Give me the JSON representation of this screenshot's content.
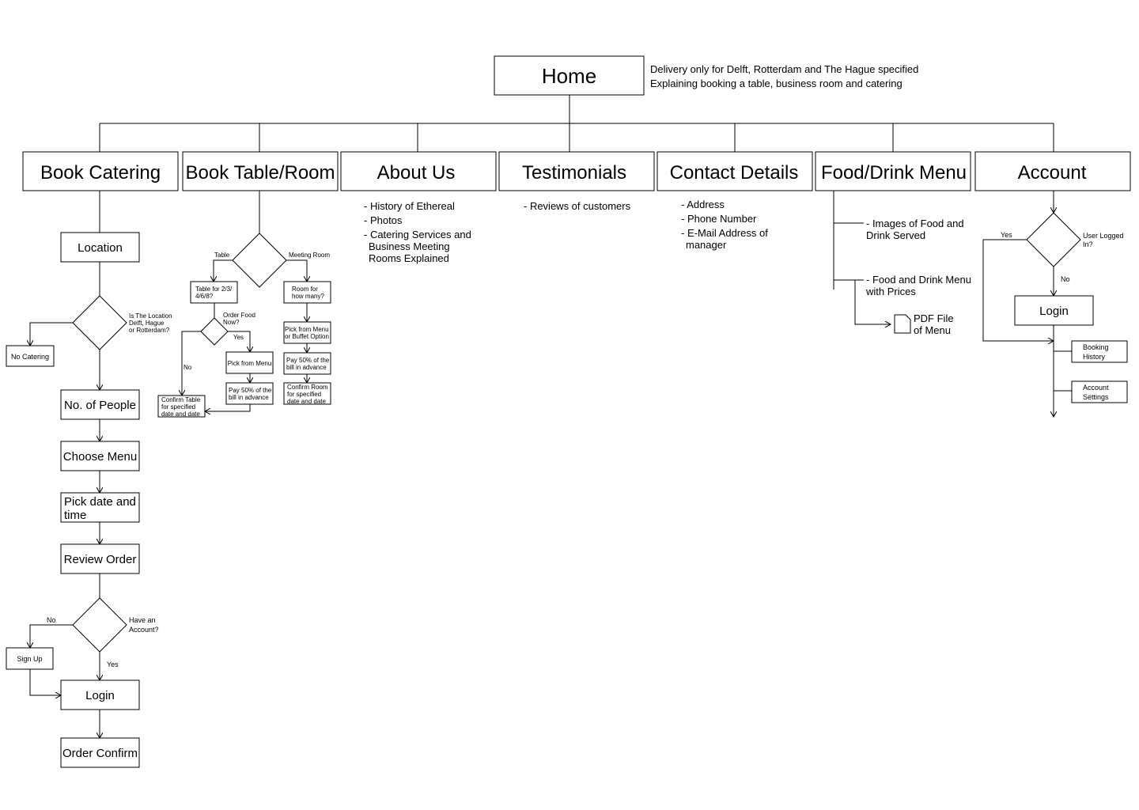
{
  "home": {
    "title": "Home",
    "notes": [
      "Delivery only for Delft, Rotterdam and The Hague specified",
      "Explaining booking a table, business room and catering"
    ]
  },
  "sections": [
    "Book Catering",
    "Book Table/Room",
    "About Us",
    "Testimonials",
    "Contact Details",
    "Food/Drink Menu",
    "Account"
  ],
  "catering": {
    "location": "Location",
    "location_question": [
      "Is The Location",
      "Delft, Hague",
      "or Rotterdam?"
    ],
    "no_catering": "No Catering",
    "people": "No. of People",
    "choose_menu": "Choose Menu",
    "pick_date": [
      "Pick date and",
      "time"
    ],
    "review": "Review Order",
    "account_question": [
      "Have an",
      "Account?"
    ],
    "no": "No",
    "yes": "Yes",
    "sign_up": "Sign Up",
    "login": "Login",
    "confirm": "Order Confirm"
  },
  "table_room": {
    "table": "Table",
    "meeting_room": "Meeting Room",
    "table_for": [
      "Table for 2/3/",
      "4/6/8?"
    ],
    "order_food": [
      "Order Food",
      "Now?"
    ],
    "yes": "Yes",
    "no": "No",
    "pick_menu": "Pick from Menu",
    "pay_table": [
      "Pay 50% of the",
      "bill in advance"
    ],
    "confirm_table": [
      "Confirm Table",
      "for specified",
      "date and date"
    ],
    "room_for": [
      "Room for",
      "how many?"
    ],
    "pick_menu_buffet": [
      "Pick from Menu",
      "or Buffet Option"
    ],
    "pay_room": [
      "Pay 50% of the",
      "bill in advance"
    ],
    "confirm_room": [
      "Confirm Room",
      "for specified",
      "date and date"
    ]
  },
  "about": {
    "items": [
      "- History of Ethereal",
      "- Photos",
      "- Catering Services and",
      "  Business Meeting",
      "  Rooms Explained"
    ]
  },
  "testimonials": {
    "items": [
      "- Reviews of customers"
    ]
  },
  "contact": {
    "items": [
      "- Address",
      "- Phone Number",
      "- E-Mail Address of",
      "  manager"
    ]
  },
  "menu": {
    "images": [
      "- Images of Food and",
      "  Drink Served"
    ],
    "prices": [
      "- Food and Drink Menu",
      "  with Prices"
    ],
    "pdf": [
      "PDF File",
      "of Menu"
    ]
  },
  "account": {
    "question": [
      "User Logged",
      "In?"
    ],
    "yes": "Yes",
    "no": "No",
    "login": "Login",
    "booking_history": [
      "Booking",
      "History"
    ],
    "account_settings": [
      "Account",
      "Settings"
    ]
  }
}
